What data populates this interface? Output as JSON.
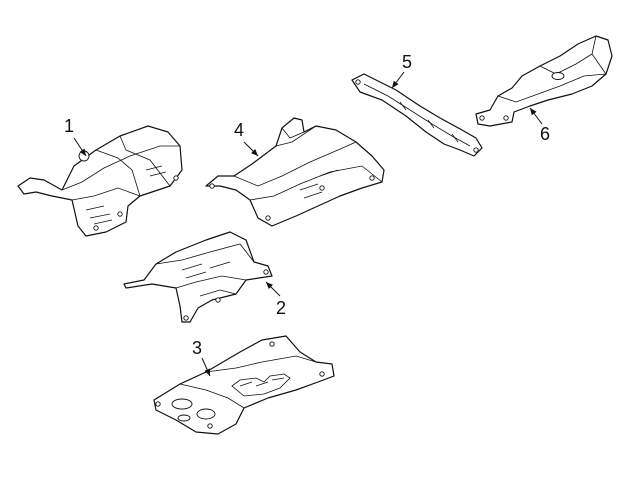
{
  "parts": [
    {
      "id": "part-1",
      "callout": "1"
    },
    {
      "id": "part-2",
      "callout": "2"
    },
    {
      "id": "part-3",
      "callout": "3"
    },
    {
      "id": "part-4",
      "callout": "4"
    },
    {
      "id": "part-5",
      "callout": "5"
    },
    {
      "id": "part-6",
      "callout": "6"
    }
  ]
}
